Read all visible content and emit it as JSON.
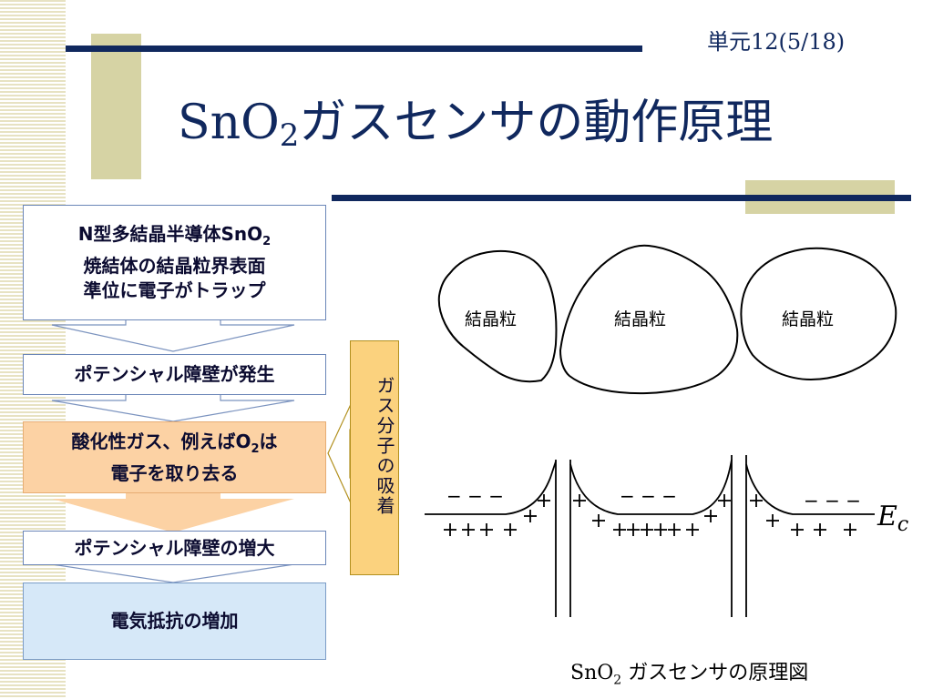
{
  "slide": {
    "number": "単元12(5/18)",
    "title_main": "SnO",
    "title_sub": "2",
    "title_rest": "ガスセンサの動作原理"
  },
  "flow": {
    "step1_line1_a": "N型多結晶半導体SnO",
    "step1_line1_sub": "2",
    "step1_line2": "焼結体の結晶粒界表面",
    "step1_line3": "準位に電子がトラップ",
    "step2": "ポテンシャル障壁が発生",
    "step3_line1_a": "酸化性ガス、例えばO",
    "step3_line1_sub": "2",
    "step3_line1_b": "は",
    "step3_line2": "電子を取り去る",
    "step4": "ポテンシャル障壁の増大",
    "step5": "電気抵抗の増加",
    "gas_adsorption": "ガス分子の吸着"
  },
  "diagram": {
    "grain_label": "結晶粒",
    "electrons": "− − −",
    "ec_label": "E",
    "ec_sub": "c",
    "caption_a": "SnO",
    "caption_sub": "2",
    "caption_b": " ガスセンサの原理図"
  },
  "colors": {
    "navy": "#10285e",
    "tan": "#d6d3a4",
    "orange_box": "#fcd2a4",
    "blue_box": "#d6e8f8",
    "gas_box": "#fbd27e"
  }
}
